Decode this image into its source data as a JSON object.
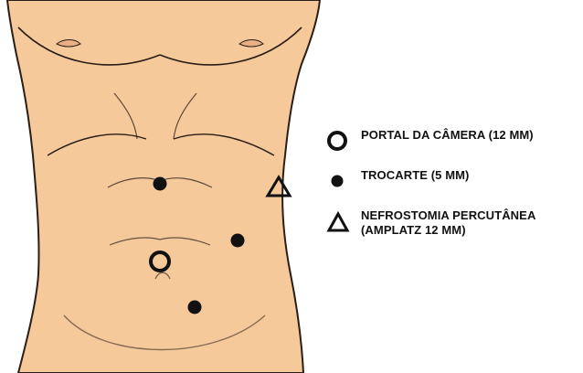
{
  "colors": {
    "skin": "#F6C99A",
    "skin_shadow": "#E9B084",
    "outline": "#2A1E17",
    "marker": "#111111",
    "background": "#FFFFFF"
  },
  "legend": {
    "items": [
      {
        "symbol": "ring-icon",
        "label": "PORTAL DA CÂMERA (12 MM)"
      },
      {
        "symbol": "dot-icon",
        "label": "TROCARTE (5 MM)"
      },
      {
        "symbol": "triangle-icon",
        "label_line1": "NEFROSTOMIA PERCUTÂNEA",
        "label_line2": "(AMPLATZ 12 MM)"
      }
    ]
  },
  "markers": [
    {
      "type": "ring-icon",
      "name": "camera-portal"
    },
    {
      "type": "dot-icon",
      "name": "trocar-upper"
    },
    {
      "type": "dot-icon",
      "name": "trocar-right"
    },
    {
      "type": "dot-icon",
      "name": "trocar-lower"
    },
    {
      "type": "triangle-icon",
      "name": "nephrostomy-site"
    }
  ]
}
